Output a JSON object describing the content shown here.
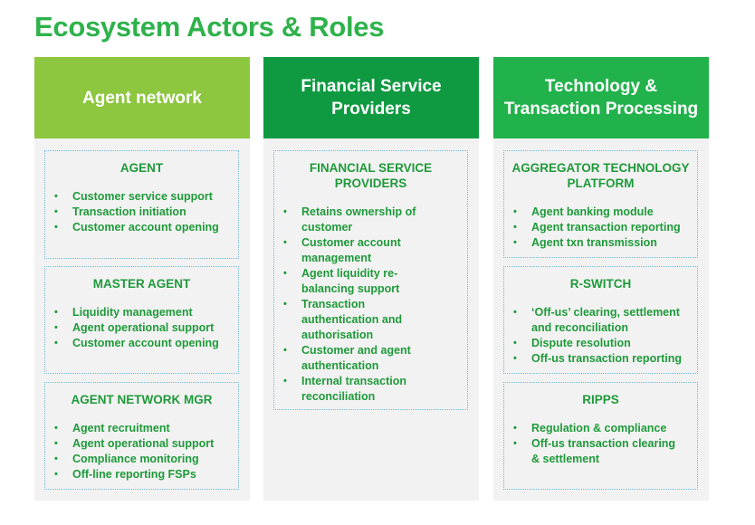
{
  "title": "Ecosystem Actors & Roles",
  "colors": {
    "title": "#2eb24b",
    "col1_header": "#8dc63f",
    "col2_header": "#0f9a42",
    "col3_header": "#22b24c",
    "text": "#1f9a3a",
    "box_border": "#6fb8d6",
    "panel_bg": "#f2f2f2"
  },
  "columns": [
    {
      "header": "Agent network",
      "boxes": [
        {
          "title": "AGENT",
          "items": [
            "Customer service support",
            "Transaction initiation",
            "Customer account opening"
          ]
        },
        {
          "title": "MASTER AGENT",
          "items": [
            "Liquidity management",
            "Agent operational support",
            "Customer account opening"
          ]
        },
        {
          "title": "AGENT NETWORK MGR",
          "items": [
            "Agent recruitment",
            "Agent operational support",
            "Compliance monitoring",
            "Off-line reporting FSPs"
          ]
        }
      ]
    },
    {
      "header": "Financial Service\nProviders",
      "boxes": [
        {
          "title": "FINANCIAL SERVICE\nPROVIDERS",
          "items": [
            "Retains ownership of\ncustomer",
            "Customer account\nmanagement",
            "Agent liquidity re-\nbalancing support",
            "Transaction\nauthentication and\nauthorisation",
            "Customer and agent\nauthentication",
            "Internal transaction\nreconciliation"
          ]
        }
      ]
    },
    {
      "header": "Technology &\nTransaction Processing",
      "boxes": [
        {
          "title": "AGGREGATOR TECHNOLOGY\nPLATFORM",
          "items": [
            "Agent banking module",
            "Agent transaction reporting",
            "Agent txn transmission"
          ]
        },
        {
          "title": "R-SWITCH",
          "items": [
            "‘Off-us’ clearing, settlement\nand reconciliation",
            "Dispute resolution",
            "Off-us transaction reporting"
          ]
        },
        {
          "title": "RIPPS",
          "items": [
            "Regulation & compliance",
            "Off-us transaction clearing\n& settlement"
          ]
        }
      ]
    }
  ]
}
